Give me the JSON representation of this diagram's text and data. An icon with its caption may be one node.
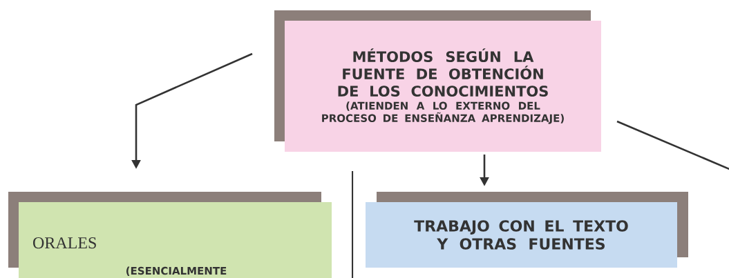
{
  "diagram": {
    "nodes": [
      {
        "text": [
          "MÉTODOS SEGÚN LA FUENTE DE OBTENCIÓN DE LOS CONOCIMIENTOS",
          "(ATIENDEN A LO EXTERNO DEL PROCESO DE ENSEÑANZA APRENDIZAJE)"
        ]
      },
      {
        "text": [
          "ORALES",
          "(ESENCIALMENTE"
        ]
      },
      {
        "text": [
          "TRABAJO CON EL TEXTO Y OTRAS FUENTES"
        ]
      }
    ],
    "edges": [
      {
        "from": 0,
        "to": 1,
        "arrow": "to"
      },
      {
        "from": 0,
        "to": 2,
        "arrow": "to"
      },
      {
        "from": 0,
        "to": null,
        "arrow": "none"
      }
    ]
  }
}
